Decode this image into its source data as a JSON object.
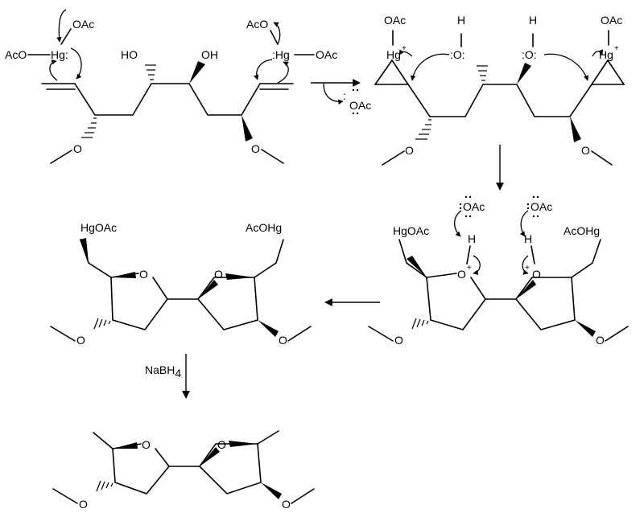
{
  "labels": {
    "hg": "Hg",
    "hg_colon": "Hg:",
    "colon_hg": ":Hg",
    "hg_plus": "Hg",
    "plus": "+",
    "oac": "OAc",
    "aco": "AcO",
    "oh": "OH",
    "ho": "HO",
    "o": "O",
    "o_colon": ":O:",
    "h": "H",
    "hgoac": "HgOAc",
    "acohg": "AcOHg",
    "oac_anion": "OAc",
    "reagent_prefix": "NaBH",
    "reagent_sub": "4"
  }
}
